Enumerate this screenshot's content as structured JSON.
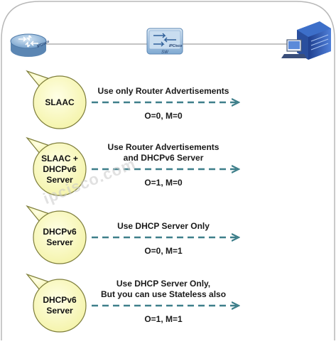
{
  "devices": {
    "router": {
      "label": "IPCisco"
    },
    "switch": {
      "label": "IPCisco",
      "sublabel": "SW"
    },
    "server": {}
  },
  "watermark": "ipcisco.com",
  "rows": [
    {
      "bubble": [
        "SLAAC"
      ],
      "description": [
        "Use only Router Advertisements"
      ],
      "flags": "O=0, M=0"
    },
    {
      "bubble": [
        "SLAAC +",
        "DHCPv6",
        "Server"
      ],
      "description": [
        "Use Router Advertisements",
        "and DHCPv6 Server"
      ],
      "flags": "O=1, M=0"
    },
    {
      "bubble": [
        "DHCPv6",
        "Server"
      ],
      "description": [
        "Use DHCP Server Only"
      ],
      "flags": "O=0, M=1"
    },
    {
      "bubble": [
        "DHCPv6",
        "Server"
      ],
      "description": [
        "Use DHCP Server Only,",
        "But you can use Stateless also"
      ],
      "flags": "O=1, M=1"
    }
  ],
  "colors": {
    "bubble_fill": "#fbfbc2",
    "bubble_stroke": "#7d7d3a",
    "arrow": "#3e7f8a",
    "link_line": "#b0b0b0",
    "router_fill": "#8fb6d8",
    "switch_fill": "#9cc0e0",
    "server_body": "#2f59b5"
  }
}
